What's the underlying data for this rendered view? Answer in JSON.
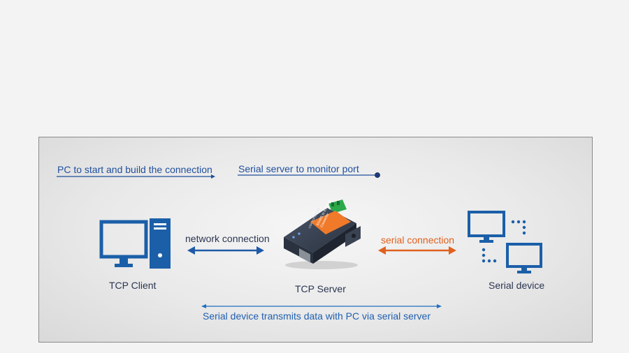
{
  "legend": {
    "client_initiates": "PC to start and build the connection",
    "server_listens": "Serial server to monitor port"
  },
  "labels": {
    "network_connection": "network connection",
    "serial_connection": "serial connection",
    "tcp_client": "TCP Client",
    "tcp_server": "TCP Server",
    "serial_device": "Serial device",
    "bottom_caption": "Serial device transmits data with PC via serial server"
  },
  "device_print": {
    "line1": "RS485 to Ethernet",
    "line2": "Converter",
    "model": "USR-TCP232-304"
  },
  "colors": {
    "blue": "#1f4f9c",
    "icon_blue": "#1b5fa8",
    "orange": "#e0611e",
    "device_orange": "#f07a2a"
  }
}
